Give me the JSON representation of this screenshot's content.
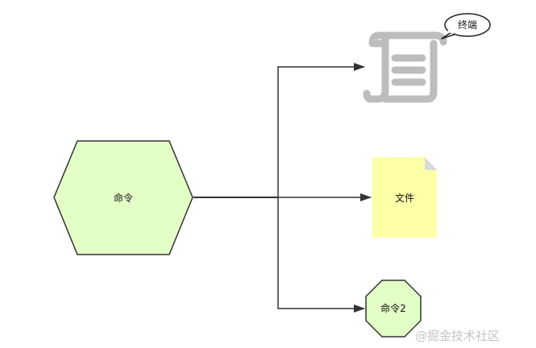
{
  "nodes": {
    "command": {
      "label": "命令",
      "fill": "#e2ffc6",
      "stroke": "#333333"
    },
    "terminal": {
      "label": "终端",
      "icon": "scroll-icon",
      "icon_color": "#bdbdbd"
    },
    "file": {
      "label": "文件",
      "fill": "#ffffa8",
      "fold": "#d8d8d8"
    },
    "command2": {
      "label": "命令2",
      "fill": "#e2ffc6",
      "stroke": "#333333"
    }
  },
  "watermark": {
    "text": "@掘金技术社区"
  },
  "colors": {
    "edge": "#333333",
    "background": "#ffffff"
  }
}
